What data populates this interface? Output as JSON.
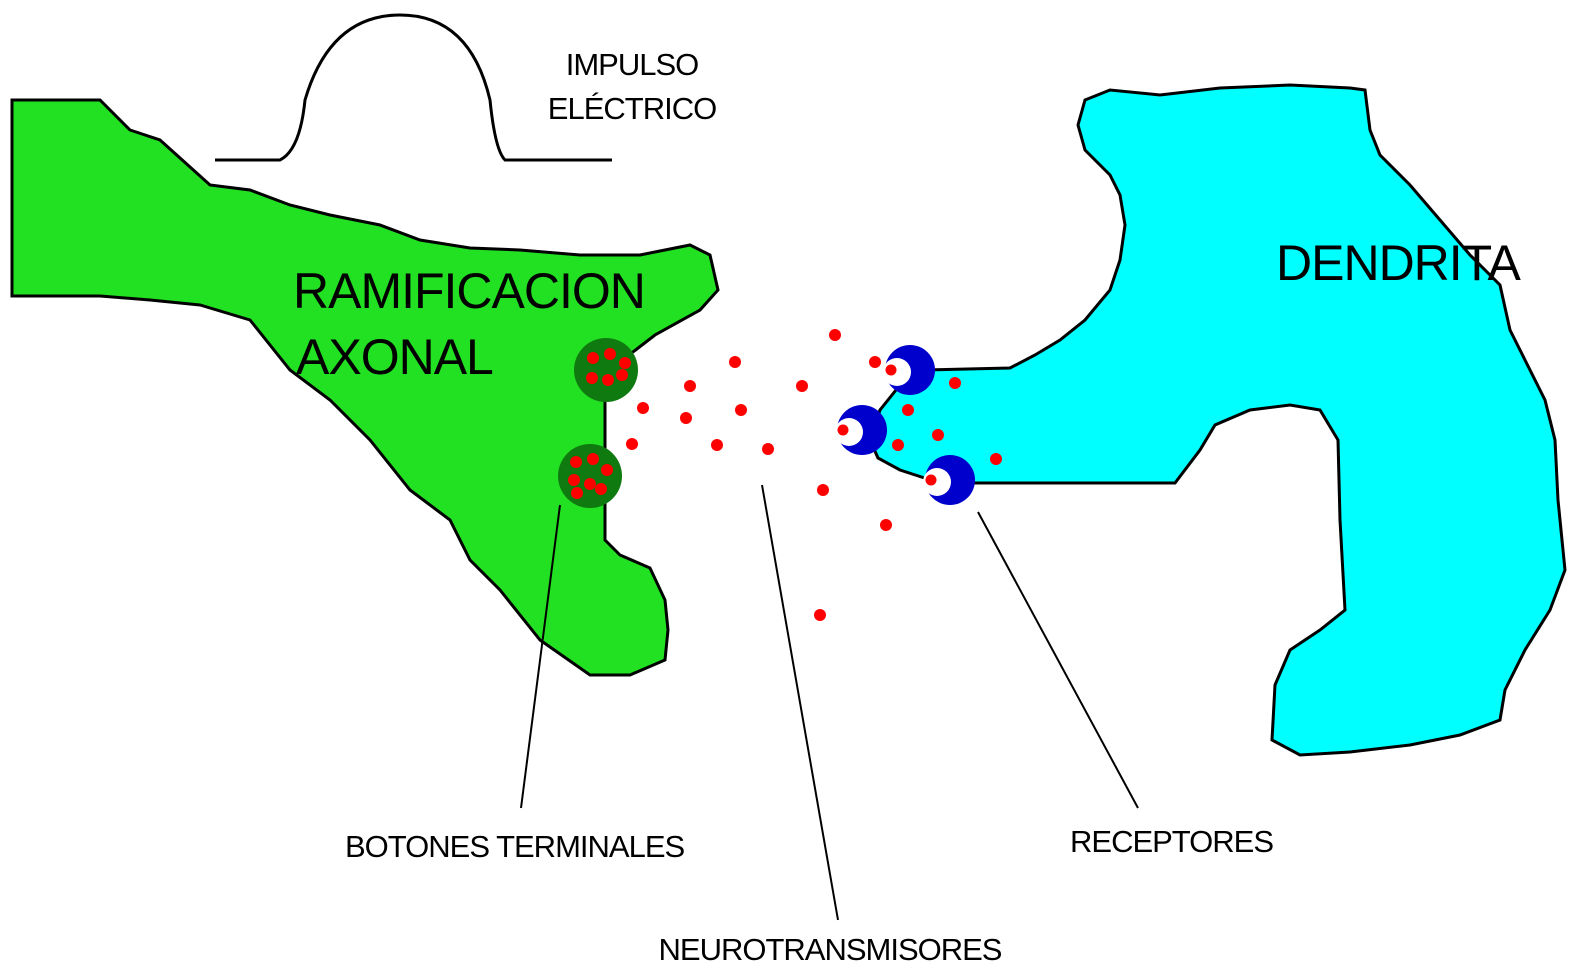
{
  "labels": {
    "impulse_line1": "IMPULSO",
    "impulse_line2": "ELÉCTRICO",
    "axon_line1": "RAMIFICACION",
    "axon_line2": "AXONAL",
    "dendrite": "DENDRITA",
    "terminal_buttons": "BOTONES TERMINALES",
    "neurotransmitters": "NEUROTRANSMISORES",
    "receptors": "RECEPTORES"
  },
  "colors": {
    "axon": "#22e022",
    "terminal_button": "#0f7a0f",
    "dendrite": "#00ffff",
    "receptor": "#0000cc",
    "neurotransmitter": "#ff0000",
    "outline": "#000000"
  },
  "components": {
    "terminal_buttons": 2,
    "receptors": 3
  }
}
